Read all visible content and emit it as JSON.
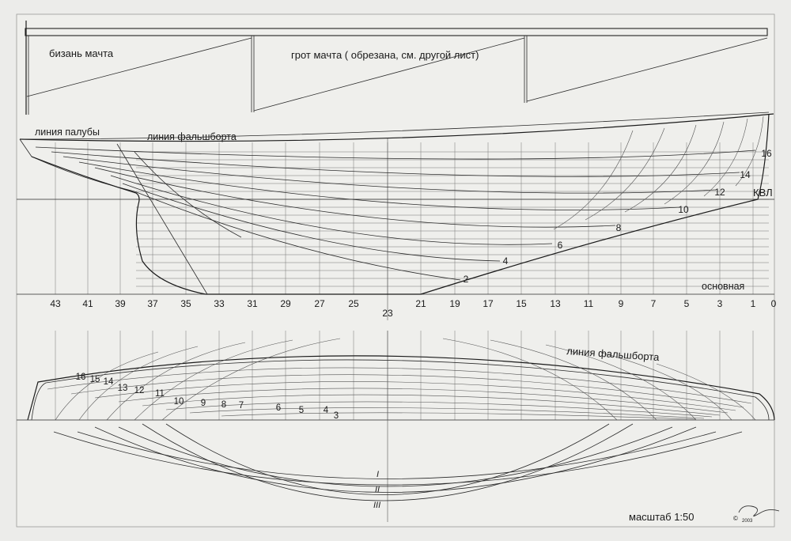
{
  "mast_labels": {
    "mizzen": "бизань мачта",
    "main": "грот мачта ( обрезана, см. другой лист)"
  },
  "profile_labels": {
    "deck_line": "линия палубы",
    "bulwark_line": "линия фальшборта",
    "waterline": "КВЛ",
    "baseline": "основная"
  },
  "profile_waterline_numbers": [
    "2",
    "4",
    "6",
    "8",
    "10",
    "12",
    "14",
    "16"
  ],
  "station_numbers": [
    "43",
    "41",
    "39",
    "37",
    "35",
    "33",
    "31",
    "29",
    "27",
    "25",
    "23",
    "21",
    "19",
    "17",
    "15",
    "13",
    "11",
    "9",
    "7",
    "5",
    "3",
    "1",
    "0"
  ],
  "plan_labels": {
    "bulwark_line": "линия фальшборта"
  },
  "plan_waterline_numbers": [
    "16",
    "15",
    "14",
    "13",
    "12",
    "11",
    "10",
    "9",
    "8",
    "7",
    "6",
    "5",
    "4",
    "3"
  ],
  "section_numerals": [
    "I",
    "II",
    "III"
  ],
  "scale_label": "масштаб 1:50",
  "signature_year": "2003"
}
